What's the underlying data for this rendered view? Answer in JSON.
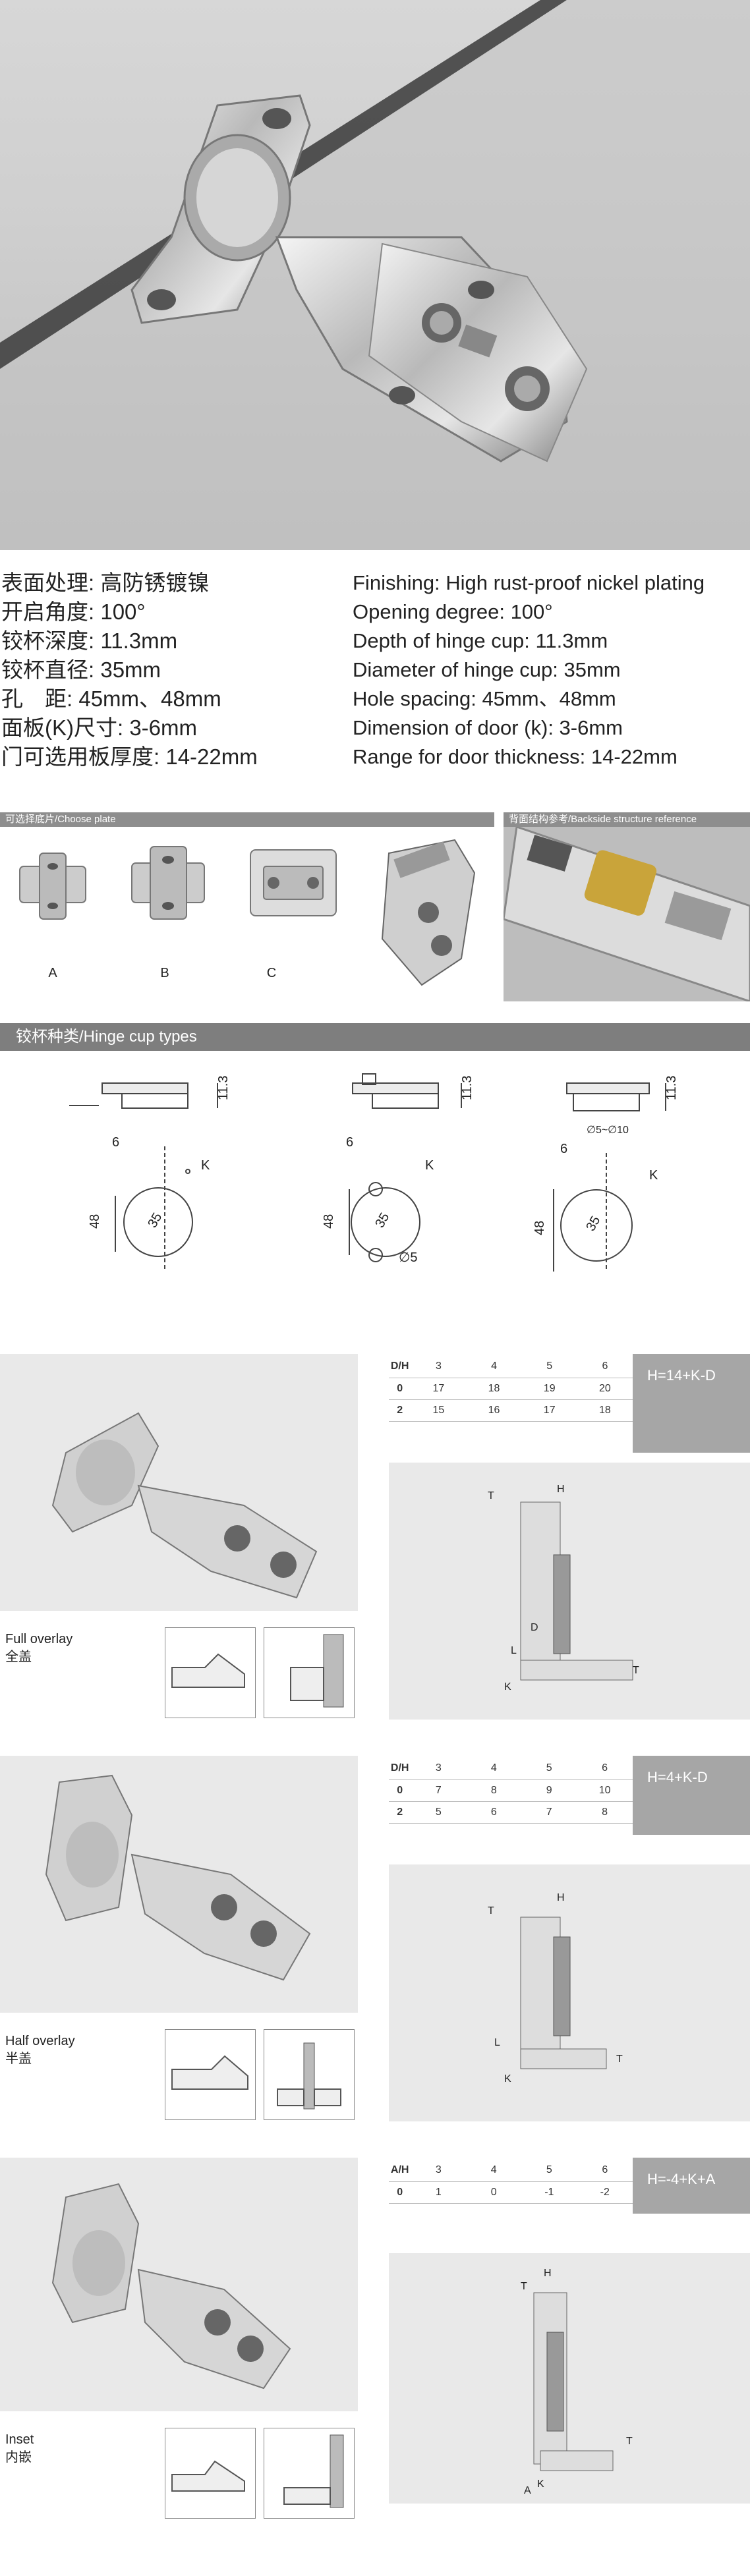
{
  "specs_cn": [
    "表面处理: 高防锈镀镍",
    "开启角度: 100°",
    "铰杯深度: 11.3mm",
    "铰杯直径: 35mm",
    "孔　距: 45mm、48mm",
    "面板(K)尺寸: 3-6mm",
    "门可选用板厚度: 14-22mm"
  ],
  "specs_en": [
    "Finishing: High rust-proof nickel plating",
    "Opening degree: 100°",
    "Depth of hinge cup: 11.3mm",
    "Diameter of hinge cup: 35mm",
    "Hole spacing: 45mm、48mm",
    "Dimension of door (k): 3-6mm",
    "Range for door thickness: 14-22mm"
  ],
  "choose_plate": {
    "title": "可选择底片/Choose plate",
    "labels": [
      "A",
      "B",
      "C"
    ]
  },
  "backside": {
    "title": "背面结构参考/Backside structure reference"
  },
  "cup_types": {
    "title": "铰杯种类/Hinge cup types",
    "dims": {
      "depth": "11.3",
      "offset": "6",
      "k": "K",
      "spacing": "48",
      "diameter": "35",
      "hole_a": "∅5",
      "hole_b": "∅5~∅10"
    }
  },
  "overlays": [
    {
      "label_en": "Full overlay",
      "label_cn": "全盖",
      "header": [
        "D/H",
        "3",
        "4",
        "5",
        "6"
      ],
      "rows": [
        [
          "0",
          "17",
          "18",
          "19",
          "20"
        ],
        [
          "2",
          "15",
          "16",
          "17",
          "18"
        ]
      ],
      "formula": "H=14+K-D",
      "drawing_labels": [
        "T",
        "H",
        "D",
        "L",
        "K",
        "T"
      ]
    },
    {
      "label_en": "Half overlay",
      "label_cn": "半盖",
      "header": [
        "D/H",
        "3",
        "4",
        "5",
        "6"
      ],
      "rows": [
        [
          "0",
          "7",
          "8",
          "9",
          "10"
        ],
        [
          "2",
          "5",
          "6",
          "7",
          "8"
        ]
      ],
      "formula": "H=4+K-D",
      "drawing_labels": [
        "T",
        "H",
        "L",
        "K",
        "T"
      ]
    },
    {
      "label_en": "Inset",
      "label_cn": "内嵌",
      "header": [
        "A/H",
        "3",
        "4",
        "5",
        "6"
      ],
      "rows": [
        [
          "0",
          "1",
          "0",
          "-1",
          "-2"
        ]
      ],
      "formula": "H=-4+K+A",
      "drawing_labels": [
        "T",
        "H",
        "T",
        "A",
        "K"
      ]
    }
  ]
}
